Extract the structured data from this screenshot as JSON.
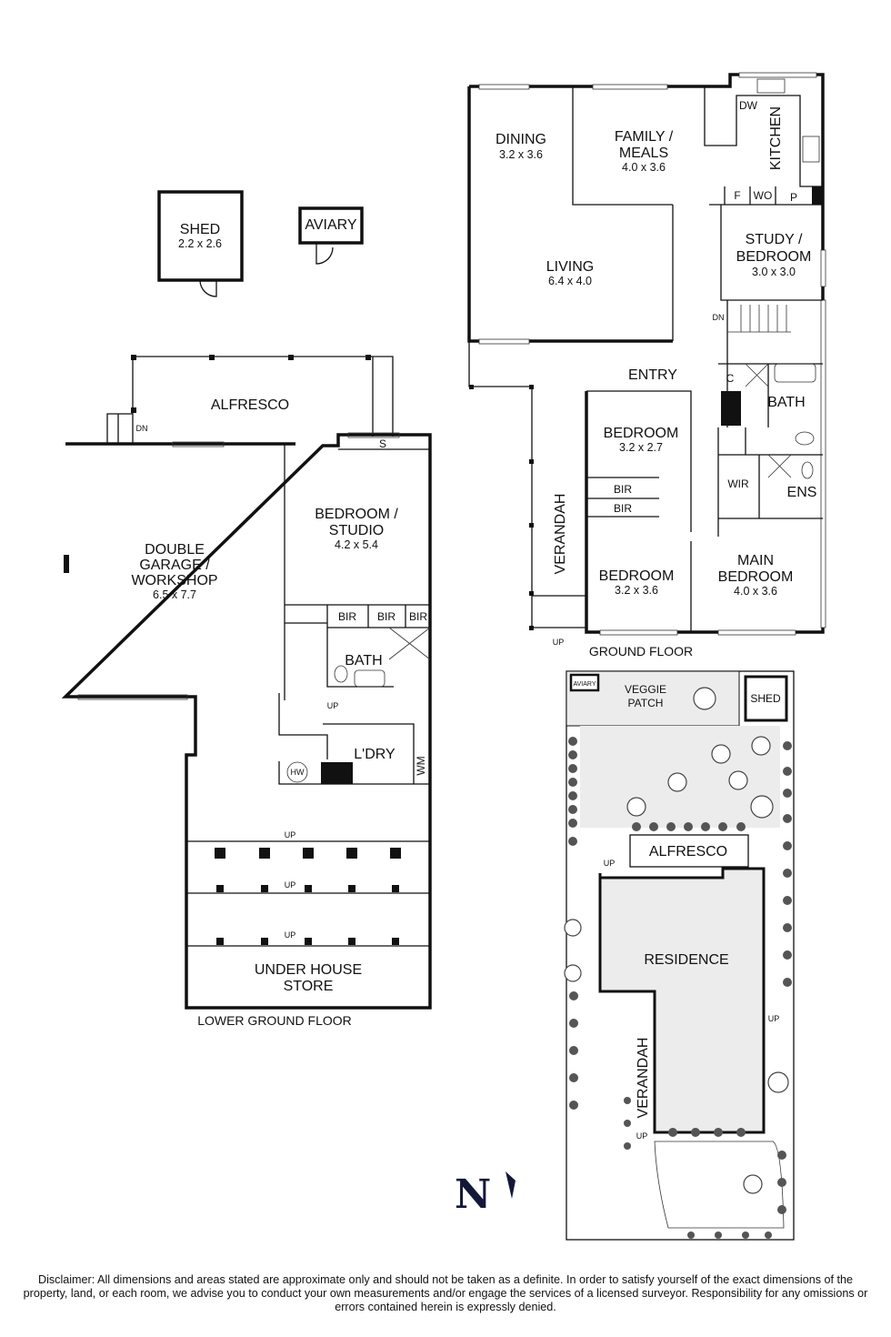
{
  "ground_floor": {
    "title": "GROUND FLOOR",
    "rooms": {
      "dining": {
        "name": "DINING",
        "dims": "3.2 x 3.6"
      },
      "family": {
        "name1": "FAMILY /",
        "name2": "MEALS",
        "dims": "4.0 x 3.6"
      },
      "kitchen": {
        "name": "KITCHEN"
      },
      "living": {
        "name": "LIVING",
        "dims": "6.4 x 4.0"
      },
      "study": {
        "name1": "STUDY /",
        "name2": "BEDROOM",
        "dims": "3.0 x 3.0"
      },
      "entry": {
        "name": "ENTRY"
      },
      "bath": {
        "name": "BATH"
      },
      "bedroom1": {
        "name": "BEDROOM",
        "dims": "3.2 x 2.7"
      },
      "bedroom2": {
        "name": "BEDROOM",
        "dims": "3.2 x 3.6"
      },
      "main_bedroom": {
        "name1": "MAIN",
        "name2": "BEDROOM",
        "dims": "4.0 x 3.6"
      },
      "verandah": {
        "name": "VERANDAH"
      }
    },
    "fixtures": {
      "dw": "DW",
      "f": "F",
      "wo": "WO",
      "p": "P",
      "c": "C",
      "wir": "WIR",
      "ens": "ENS",
      "bir1": "BIR",
      "bir2": "BIR",
      "dn": "DN",
      "up": "UP"
    }
  },
  "lower_ground_floor": {
    "title": "LOWER GROUND FLOOR",
    "rooms": {
      "alfresco": {
        "name": "ALFRESCO"
      },
      "garage": {
        "name1": "DOUBLE",
        "name2": "GARAGE /",
        "name3": "WORKSHOP",
        "dims": "6.5 x 7.7"
      },
      "studio": {
        "name1": "BEDROOM /",
        "name2": "STUDIO",
        "dims": "4.2 x 5.4"
      },
      "bath": {
        "name": "BATH"
      },
      "laundry": {
        "name": "L'DRY"
      },
      "store": {
        "name1": "UNDER HOUSE",
        "name2": "STORE"
      }
    },
    "fixtures": {
      "s": "S",
      "bir1": "BIR",
      "bir2": "BIR",
      "bir3": "BIR",
      "hw": "HW",
      "wm": "WM",
      "dn": "DN",
      "up": "UP",
      "up_steps": [
        "UP",
        "UP",
        "UP"
      ]
    }
  },
  "outbuildings": {
    "shed": {
      "name": "SHED",
      "dims": "2.2 x 2.6"
    },
    "aviary": {
      "name": "AVIARY"
    }
  },
  "site_plan": {
    "aviary": "AVIARY",
    "veggie1": "VEGGIE",
    "veggie2": "PATCH",
    "shed": "SHED",
    "alfresco": "ALFRESCO",
    "residence": "RESIDENCE",
    "verandah": "VERANDAH",
    "up1": "UP",
    "up2": "UP",
    "up3": "UP"
  },
  "compass": {
    "label": "N"
  },
  "disclaimer": "Disclaimer: All dimensions and areas stated are approximate only and should not be taken as a definite. In order to satisfy yourself of the exact dimensions of the property, land, or each room, we advise you to conduct your own measurements and/or engage the services of a licensed surveyor. Responsibility for any omissions or errors contained herein is expressly denied.",
  "colors": {
    "ink": "#111111",
    "lawn": "#ececec",
    "north": "#141838"
  }
}
